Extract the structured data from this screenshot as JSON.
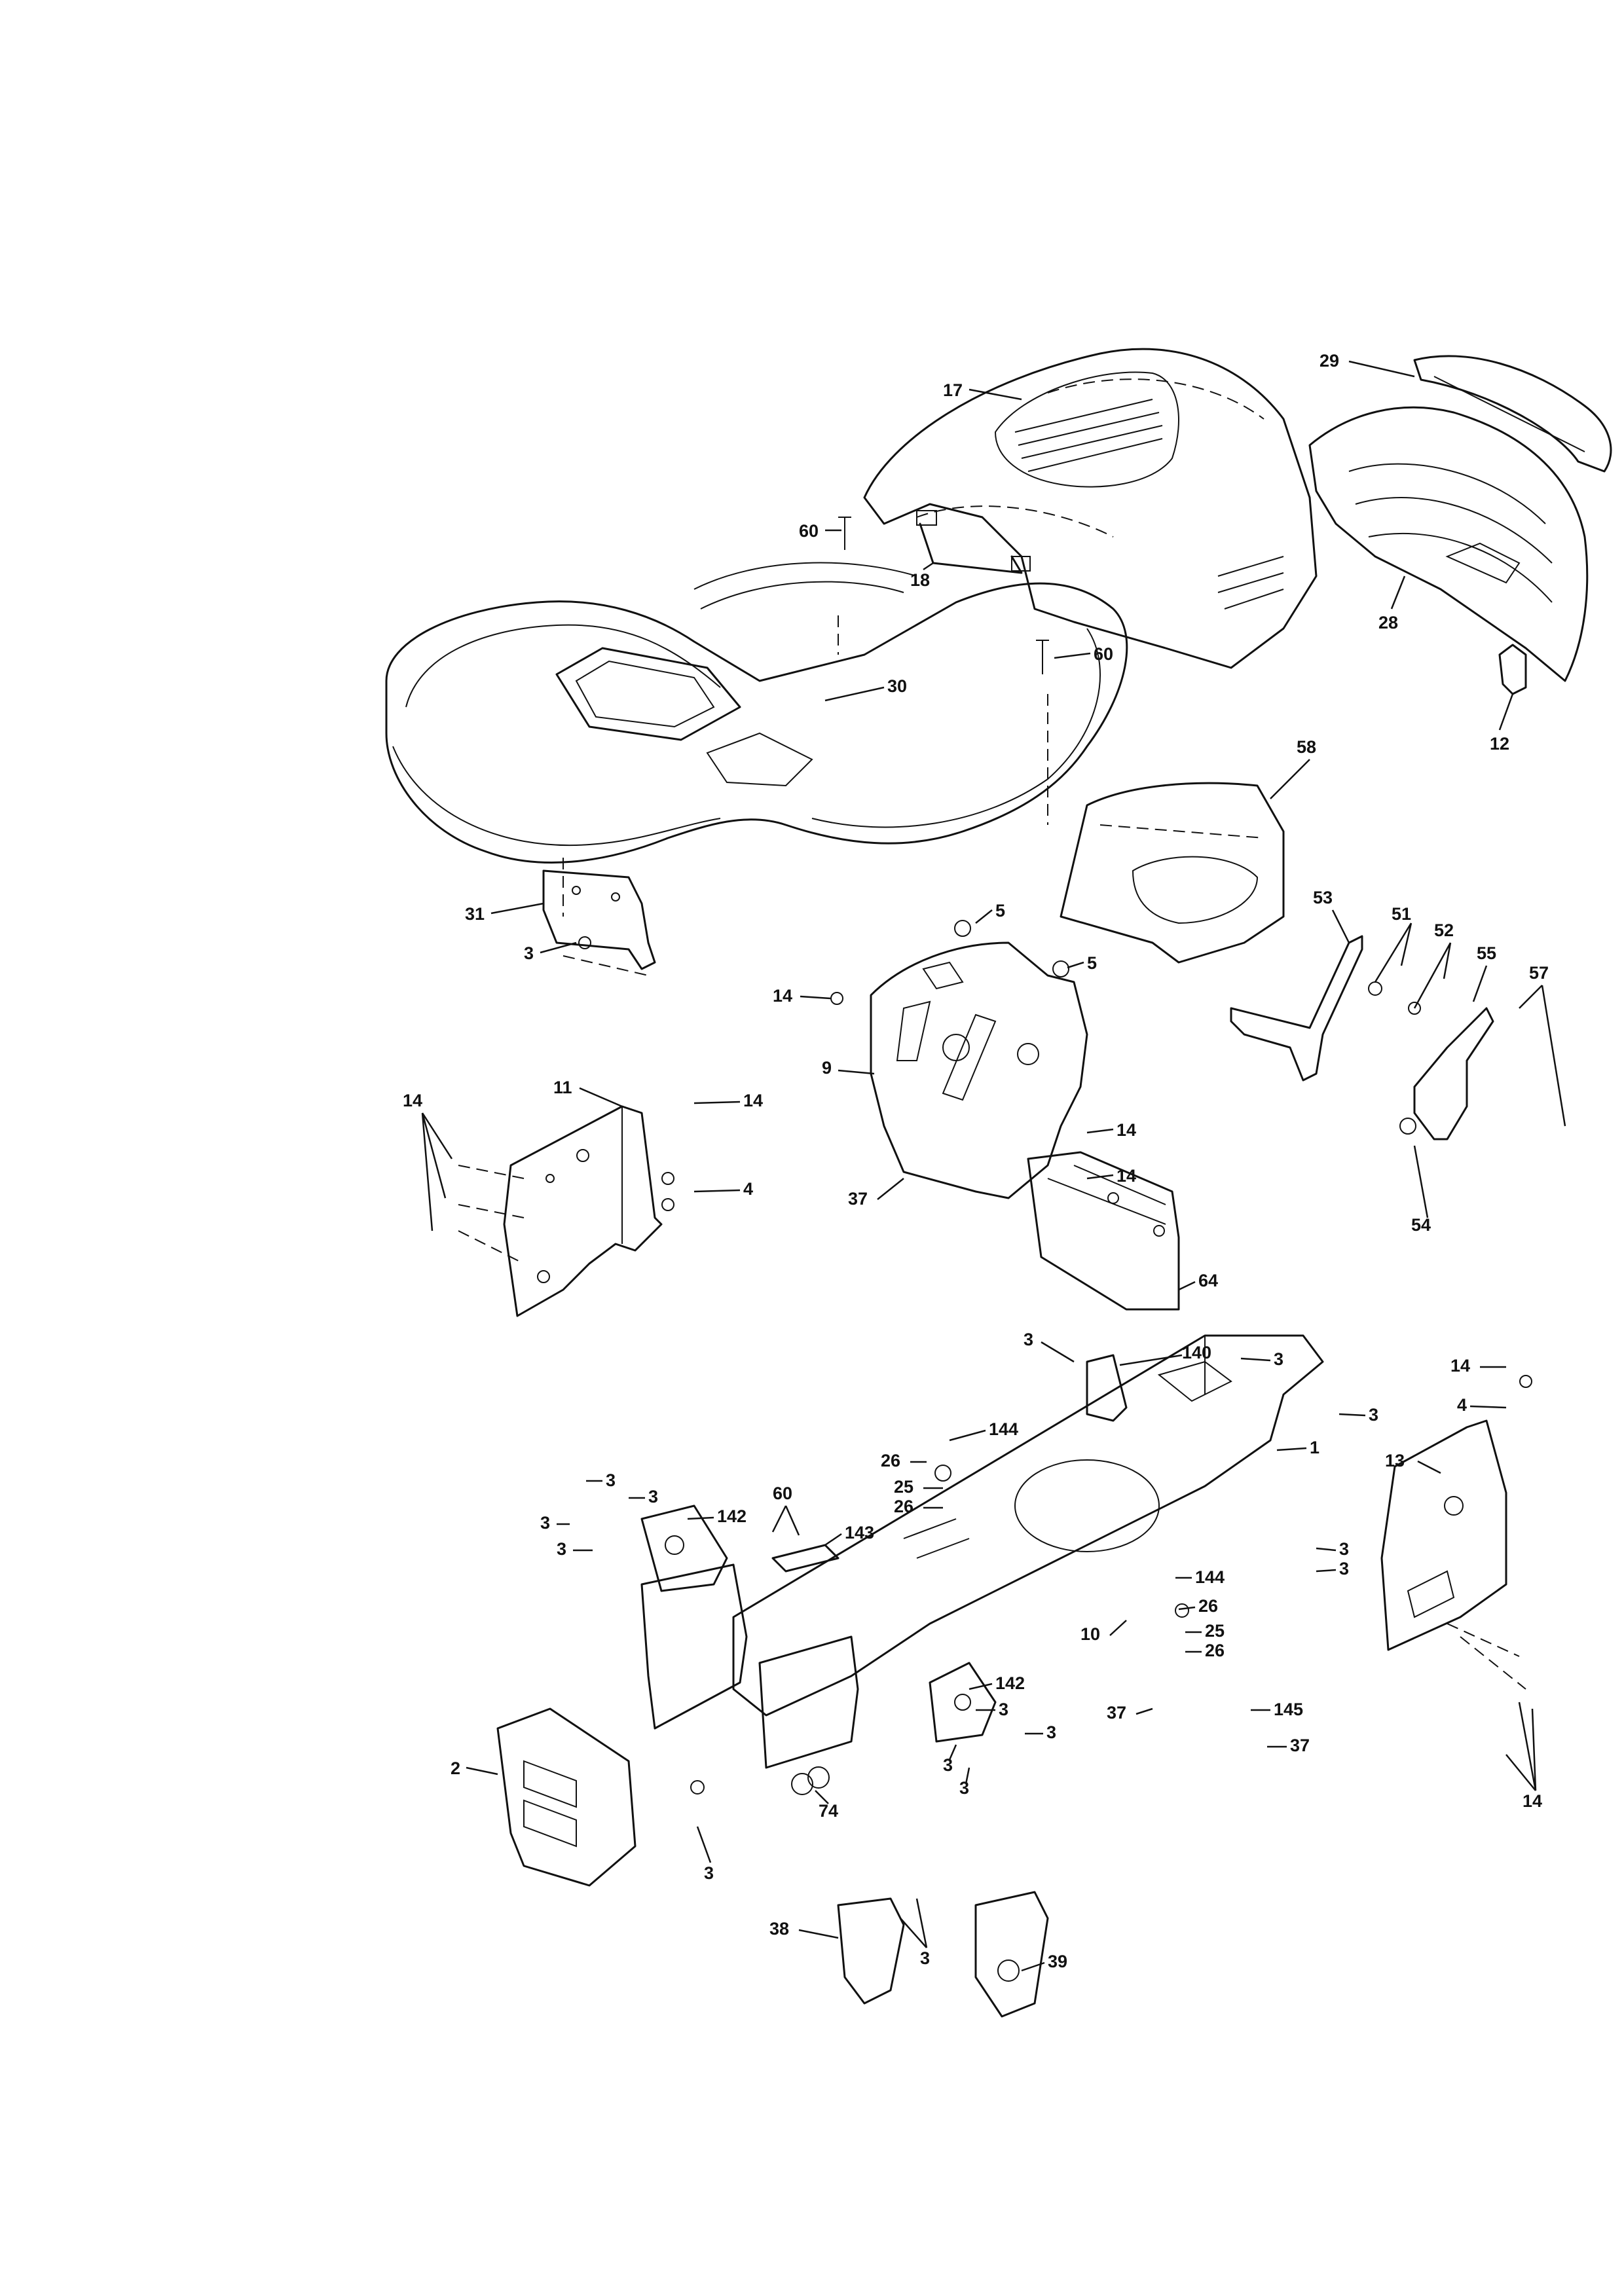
{
  "callouts": [
    {
      "id": "c17",
      "text": "17"
    },
    {
      "id": "c29",
      "text": "29"
    },
    {
      "id": "c60a",
      "text": "60"
    },
    {
      "id": "c18",
      "text": "18"
    },
    {
      "id": "c28",
      "text": "28"
    },
    {
      "id": "c60b",
      "text": "60"
    },
    {
      "id": "c30",
      "text": "30"
    },
    {
      "id": "c12",
      "text": "12"
    },
    {
      "id": "c58",
      "text": "58"
    },
    {
      "id": "c31",
      "text": "31"
    },
    {
      "id": "c3a",
      "text": "3"
    },
    {
      "id": "c5a",
      "text": "5"
    },
    {
      "id": "c5b",
      "text": "5"
    },
    {
      "id": "c53",
      "text": "53"
    },
    {
      "id": "c51",
      "text": "51"
    },
    {
      "id": "c52",
      "text": "52"
    },
    {
      "id": "c55",
      "text": "55"
    },
    {
      "id": "c57",
      "text": "57"
    },
    {
      "id": "c14a",
      "text": "14"
    },
    {
      "id": "c9",
      "text": "9"
    },
    {
      "id": "c11",
      "text": "11"
    },
    {
      "id": "c14b",
      "text": "14"
    },
    {
      "id": "c14c",
      "text": "14"
    },
    {
      "id": "c4a",
      "text": "4"
    },
    {
      "id": "c14d",
      "text": "14"
    },
    {
      "id": "c14e",
      "text": "14"
    },
    {
      "id": "c37a",
      "text": "37"
    },
    {
      "id": "c54",
      "text": "54"
    },
    {
      "id": "c64",
      "text": "64"
    },
    {
      "id": "c3b",
      "text": "3"
    },
    {
      "id": "c140",
      "text": "140"
    },
    {
      "id": "c3c",
      "text": "3"
    },
    {
      "id": "c14f",
      "text": "14"
    },
    {
      "id": "c4b",
      "text": "4"
    },
    {
      "id": "c3d",
      "text": "3"
    },
    {
      "id": "c144a",
      "text": "144"
    },
    {
      "id": "c1",
      "text": "1"
    },
    {
      "id": "c13",
      "text": "13"
    },
    {
      "id": "c26a",
      "text": "26"
    },
    {
      "id": "c3e",
      "text": "3"
    },
    {
      "id": "c3f",
      "text": "3"
    },
    {
      "id": "c25a",
      "text": "25"
    },
    {
      "id": "c60c",
      "text": "60"
    },
    {
      "id": "c26b",
      "text": "26"
    },
    {
      "id": "c3g",
      "text": "3"
    },
    {
      "id": "c142a",
      "text": "142"
    },
    {
      "id": "c143",
      "text": "143"
    },
    {
      "id": "c3h",
      "text": "3"
    },
    {
      "id": "c3i",
      "text": "3"
    },
    {
      "id": "c3j",
      "text": "3"
    },
    {
      "id": "c144b",
      "text": "144"
    },
    {
      "id": "c26c",
      "text": "26"
    },
    {
      "id": "c10",
      "text": "10"
    },
    {
      "id": "c25b",
      "text": "25"
    },
    {
      "id": "c26d",
      "text": "26"
    },
    {
      "id": "c142b",
      "text": "142"
    },
    {
      "id": "c37b",
      "text": "37"
    },
    {
      "id": "c145",
      "text": "145"
    },
    {
      "id": "c3k",
      "text": "3"
    },
    {
      "id": "c3l",
      "text": "3"
    },
    {
      "id": "c37c",
      "text": "37"
    },
    {
      "id": "c2",
      "text": "2"
    },
    {
      "id": "c3m",
      "text": "3"
    },
    {
      "id": "c3n",
      "text": "3"
    },
    {
      "id": "c74",
      "text": "74"
    },
    {
      "id": "c14g",
      "text": "14"
    },
    {
      "id": "c3o",
      "text": "3"
    },
    {
      "id": "c38",
      "text": "38"
    },
    {
      "id": "c3p",
      "text": "3"
    },
    {
      "id": "c39",
      "text": "39"
    }
  ]
}
